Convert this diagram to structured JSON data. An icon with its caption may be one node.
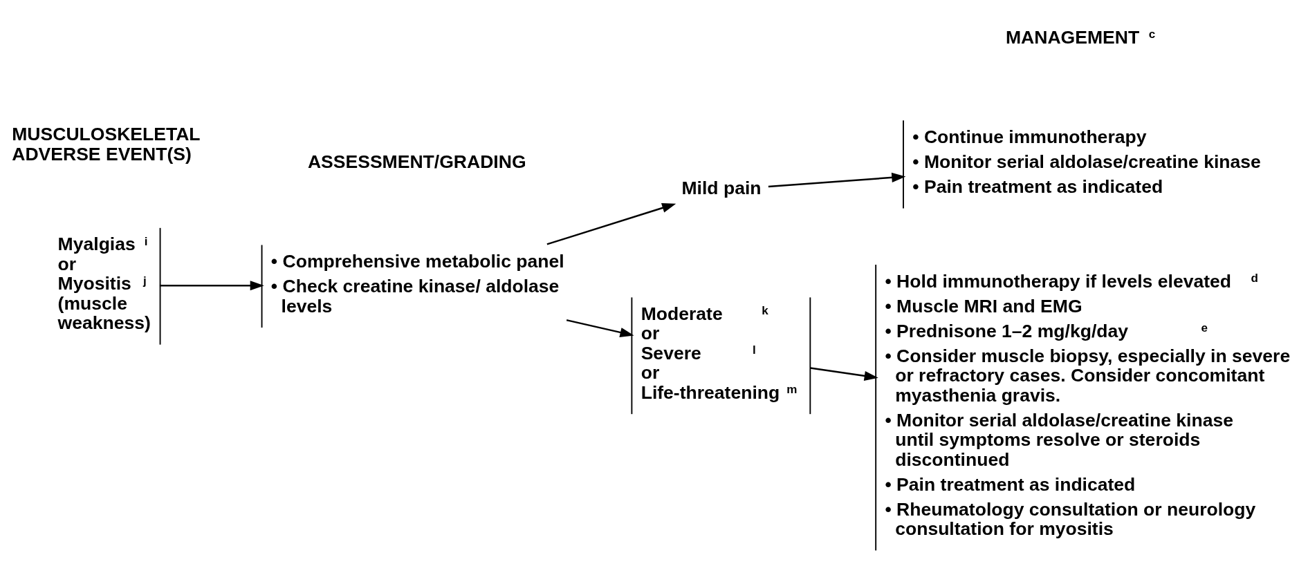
{
  "diagram": {
    "nodes": [
      {
        "text": [
          "Myalgias$^{i}$ or Myositis$^{j}$ (muscle weakness)"
        ]
      },
      {
        "text": [
          "• Comprehensive metabolic panel",
          "• Check creatine kinase/ aldolase levels"
        ]
      },
      {
        "text": [
          "Mild pain"
        ]
      },
      {
        "text": [
          "• Continue immunotherapy",
          "• Monitor serial aldolase/creatine kinase",
          "• Pain treatment as indicated"
        ]
      },
      {
        "text": [
          "Moderate$^{k}$ or Severe$^{l}$ or Life-threatening$^{m}$"
        ]
      },
      {
        "text": [
          "• Hold immunotherapy if levels elevated$^{d}$",
          "• Muscle MRI and EMG",
          "• Prednisone 1–2 mg/kg/day$^{e}$",
          "• Consider muscle biopsy, especially in severe or refractory cases. Consider concomitant myasthenia gravis.",
          "• Monitor serial aldolase/creatine kinase until symptoms resolve or steroids discontinued",
          "• Pain treatment as indicated",
          "• Rheumatology consultation or neurology consultation for myositis"
        ]
      }
    ],
    "edges": [
      {
        "from": 0,
        "to": 1,
        "arrow": "to"
      },
      {
        "from": 1,
        "to": 2,
        "arrow": "to"
      },
      {
        "from": 1,
        "to": 4,
        "arrow": "to"
      },
      {
        "from": 2,
        "to": 3,
        "arrow": "to"
      },
      {
        "from": 4,
        "to": 5,
        "arrow": "to"
      }
    ],
    "labels": [
      "MUSCULOSKELETAL ADVERSE EVENT(S)",
      "ASSESSMENT/GRADING",
      "MANAGEMENT$^{c}$"
    ]
  }
}
